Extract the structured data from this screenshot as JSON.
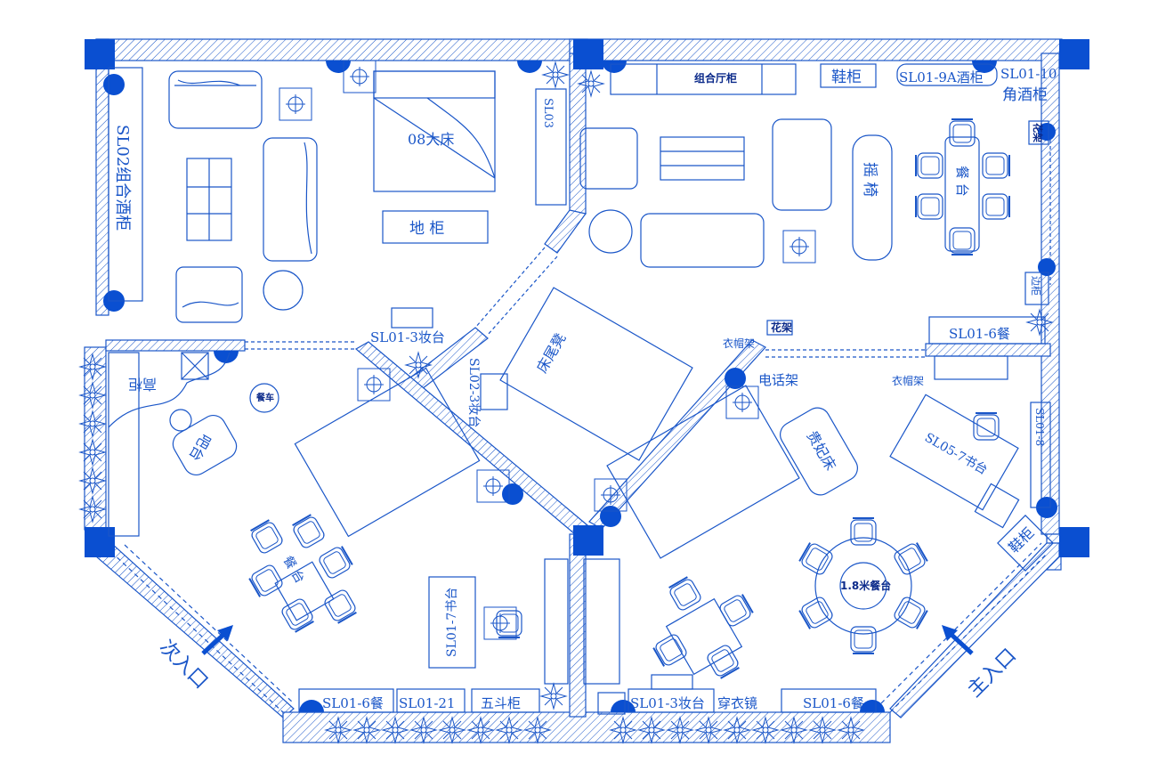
{
  "labels": {
    "combo_wine_cabinet": "SL02组合酒柜",
    "bed_08": "08大床",
    "floor_cabinet": "地 柜",
    "sl03": "SL03",
    "combo_tv_cabinet": "组合厅柜",
    "shoe_cabinet_top": "鞋柜",
    "sl01_9a": "SL01-9A酒柜",
    "sl01_10": "SL01-10",
    "corner_wine_cabinet": "角酒柜",
    "rocking_chair": "摇 椅",
    "dining_table_top": "餐 台",
    "flower_rack_1": "花架",
    "side_cabinet": "边柜",
    "dresser_sl01_3_top": "SL01-3妆台",
    "bed_end_stool": "床尾凳",
    "sl02_3_dresser": "SL02-3妆台",
    "coat_rack_1": "衣帽架",
    "flower_rack_2": "花架",
    "phone_stand": "电话架",
    "sl01_6_dining_right": "SL01-6餐",
    "coat_rack_2": "衣帽架",
    "high_cabinet": "高柜",
    "dining_cart": "餐车",
    "bar_table": "吧台",
    "chaise": "贵妃床",
    "desk_sl05_7": "SL05-7书台",
    "sl01_8": "SL01-8",
    "dining_table_left": "餐 台",
    "round_table": "1.8米餐台",
    "desk_sl01_7": "SL01-7书台",
    "shoe_cabinet_right": "鞋柜",
    "side_entrance": "次入口",
    "main_entrance": "主入口",
    "sl01_6_bottom_left": "SL01-6餐",
    "sl01_21": "SL01-21",
    "five_drawer": "五斗柜",
    "sl01_3_bottom": "SL01-3妆台",
    "full_mirror": "穿衣镜",
    "sl01_6_bottom_right": "SL01-6餐"
  },
  "colors": {
    "line": "#1a56c8",
    "column": "#0a4fd1",
    "text": "#1a56c8"
  }
}
